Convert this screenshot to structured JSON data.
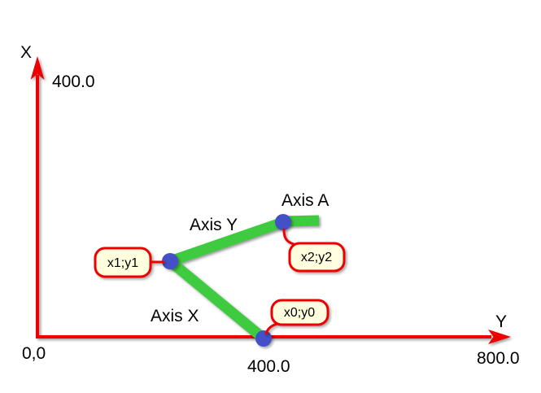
{
  "colors": {
    "background": "#ffffff",
    "axis": "#ee0000",
    "link": "#3fcb3f",
    "joint": "#4450c8",
    "callout_fill": "#ffffdf",
    "callout_border": "#ee0000",
    "label": "#000000"
  },
  "axes": {
    "vertical_label": "X",
    "horizontal_label": "Y",
    "origin_label": "0,0",
    "vertical_tick_label": "400.0",
    "horizontal_tick_label": "400.0",
    "horizontal_end_label": "800.0"
  },
  "links": {
    "axis_x_label": "Axis X",
    "axis_y_label": "Axis Y",
    "axis_a_label": "Axis A"
  },
  "callouts": {
    "p0_label": "x0;y0",
    "p1_label": "x1;y1",
    "p2_label": "x2;y2"
  }
}
